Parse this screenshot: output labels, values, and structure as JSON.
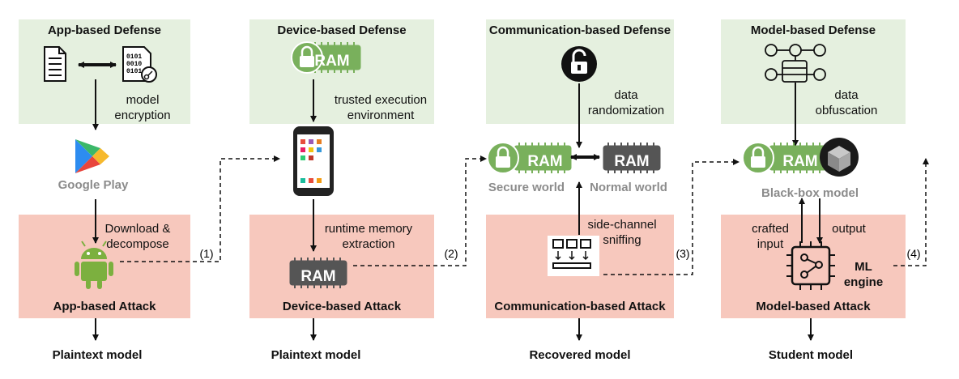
{
  "defenses": {
    "app": "App-based Defense",
    "device": "Device-based Defense",
    "comm": "Communication-based Defense",
    "model": "Model-based Defense"
  },
  "attacks": {
    "app": "App-based Attack",
    "device": "Device-based Attack",
    "comm": "Communication-based Attack",
    "model": "Model-based Attack"
  },
  "outputs": [
    "Plaintext model",
    "Plaintext model",
    "Recovered model",
    "Student model"
  ],
  "labels": {
    "model_encryption": [
      "model",
      "encryption"
    ],
    "google_play": "Google Play",
    "download": [
      "Download &",
      "decompose"
    ],
    "tee": [
      "trusted execution",
      "environment"
    ],
    "runtime": [
      "runtime memory",
      "extraction"
    ],
    "data_random": [
      "data",
      "randomization"
    ],
    "secure_world": "Secure world",
    "normal_world": "Normal world",
    "side_channel": [
      "side-channel",
      "sniffing"
    ],
    "data_obf": [
      "data",
      "obfuscation"
    ],
    "black_box": "Black-box model",
    "crafted": [
      "crafted",
      "input"
    ],
    "output": "output",
    "ml_engine": [
      "ML",
      "engine"
    ],
    "ram": "RAM",
    "steps": [
      "(1)",
      "(2)",
      "(3)",
      "(4)"
    ]
  },
  "colors": {
    "defense_bg": "#e5f0df",
    "attack_bg": "#f7c8bd",
    "ram_green": "#79b05c",
    "ram_dark": "#555555"
  }
}
